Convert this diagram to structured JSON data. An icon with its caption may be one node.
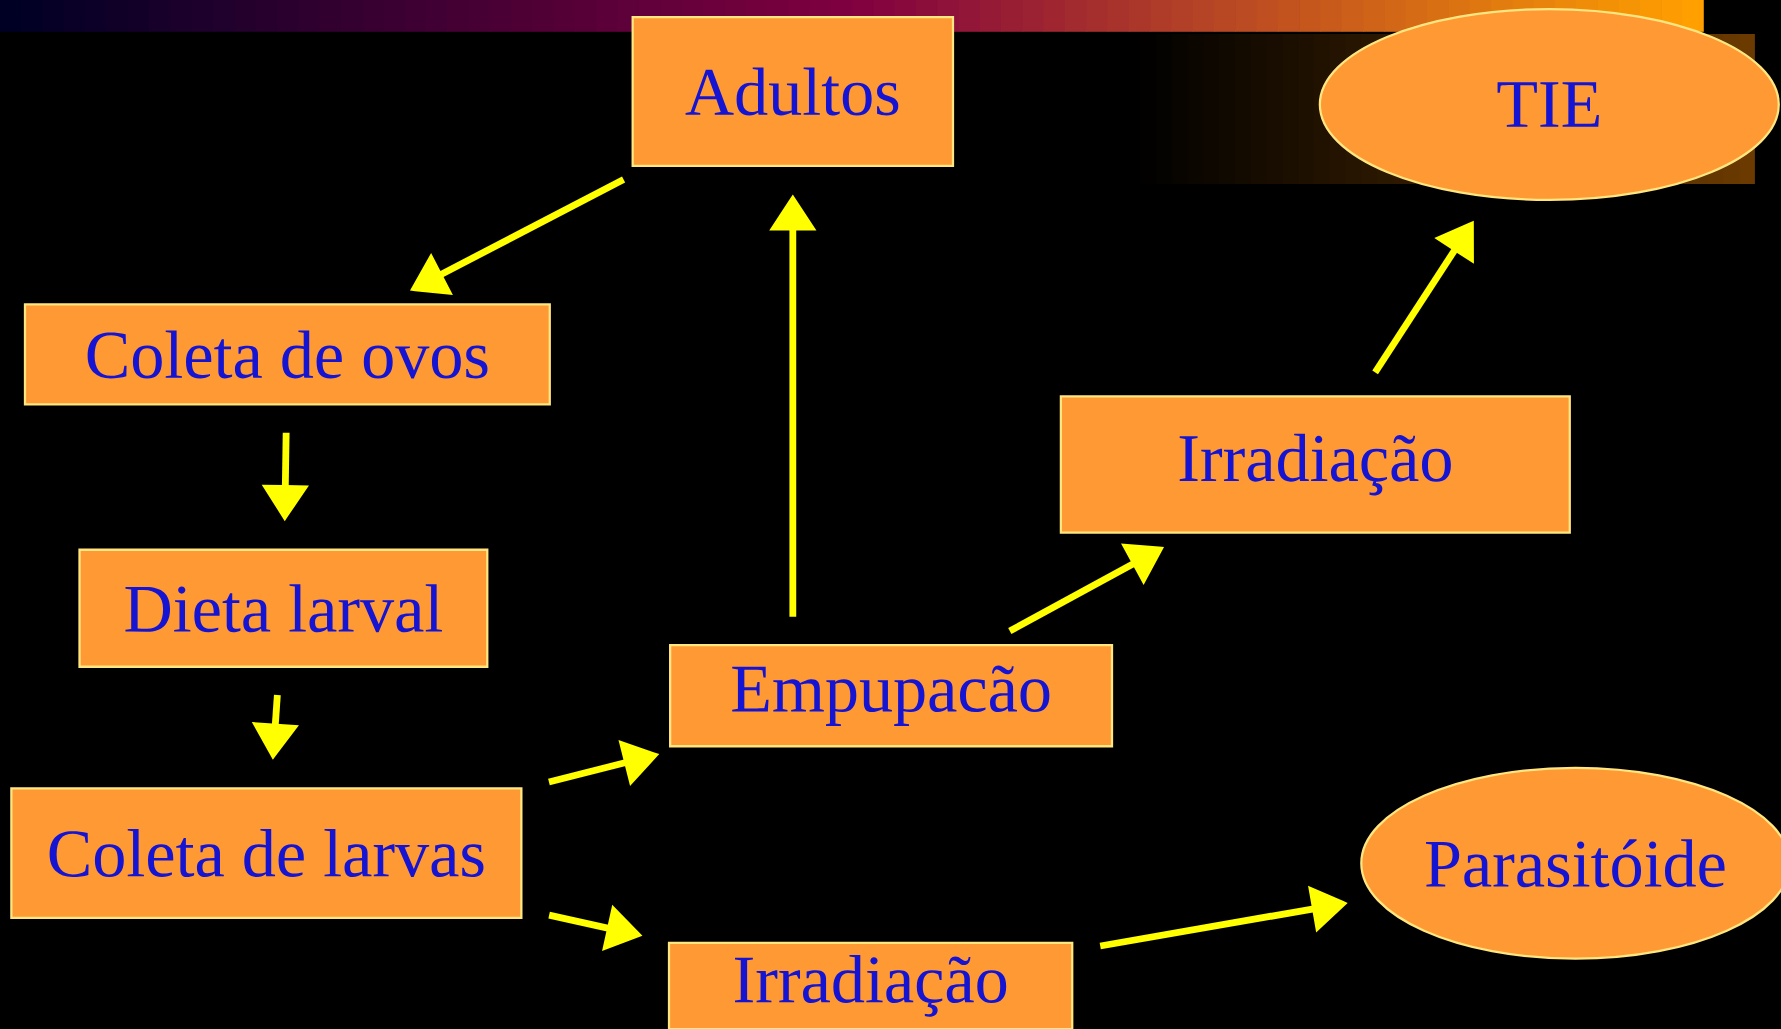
{
  "diagram": {
    "nodes": [
      {
        "text": [
          "Adultos"
        ]
      },
      {
        "text": [
          "TIE"
        ]
      },
      {
        "text": [
          "Coleta de ovos"
        ]
      },
      {
        "text": [
          "Irradiação"
        ]
      },
      {
        "text": [
          "Dieta larval"
        ]
      },
      {
        "text": [
          "Empupacão"
        ]
      },
      {
        "text": [
          "Coleta de larvas"
        ]
      },
      {
        "text": [
          "Parasitóide"
        ]
      },
      {
        "text": [
          "Irradiação"
        ]
      }
    ],
    "edges": [
      {
        "from": 0,
        "to": 2,
        "arrow": "to"
      },
      {
        "from": 2,
        "to": 4,
        "arrow": "to"
      },
      {
        "from": 4,
        "to": 6,
        "arrow": "to"
      },
      {
        "from": 6,
        "to": 5,
        "arrow": "to"
      },
      {
        "from": 5,
        "to": 0,
        "arrow": "to"
      },
      {
        "from": 5,
        "to": 3,
        "arrow": "to"
      },
      {
        "from": 3,
        "to": 1,
        "arrow": "to"
      },
      {
        "from": 6,
        "to": 8,
        "arrow": "to"
      },
      {
        "from": 8,
        "to": 7,
        "arrow": "to"
      }
    ]
  }
}
